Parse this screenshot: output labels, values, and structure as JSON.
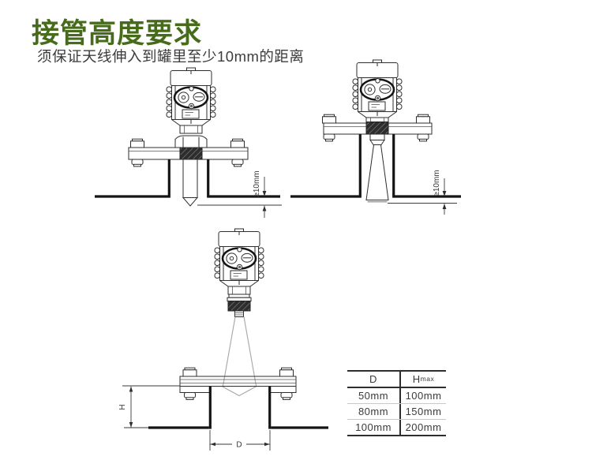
{
  "page": {
    "title": "接管高度要求",
    "subtitle": "须保证天线伸入到罐里至少10mm的距离"
  },
  "colors": {
    "heading_green": "#466c1b",
    "body_text": "#3c3c3c",
    "drawing_line": "#2e2e2e",
    "tank_line": "#141414",
    "horn_light_gray": "#a6a6a6"
  },
  "drawings": {
    "rod_antenna": {
      "clearance_label": "≥10mm"
    },
    "horn_antenna": {
      "clearance_label": "≥10mm"
    },
    "flanged_horn": {
      "height_label": "H",
      "diameter_label": "D"
    }
  },
  "table": {
    "col1_header": "D",
    "col2_header_base": "H",
    "col2_header_sub": "max",
    "rows": [
      {
        "d": "50mm",
        "h": "100mm"
      },
      {
        "d": "80mm",
        "h": "150mm"
      },
      {
        "d": "100mm",
        "h": "200mm"
      }
    ]
  }
}
